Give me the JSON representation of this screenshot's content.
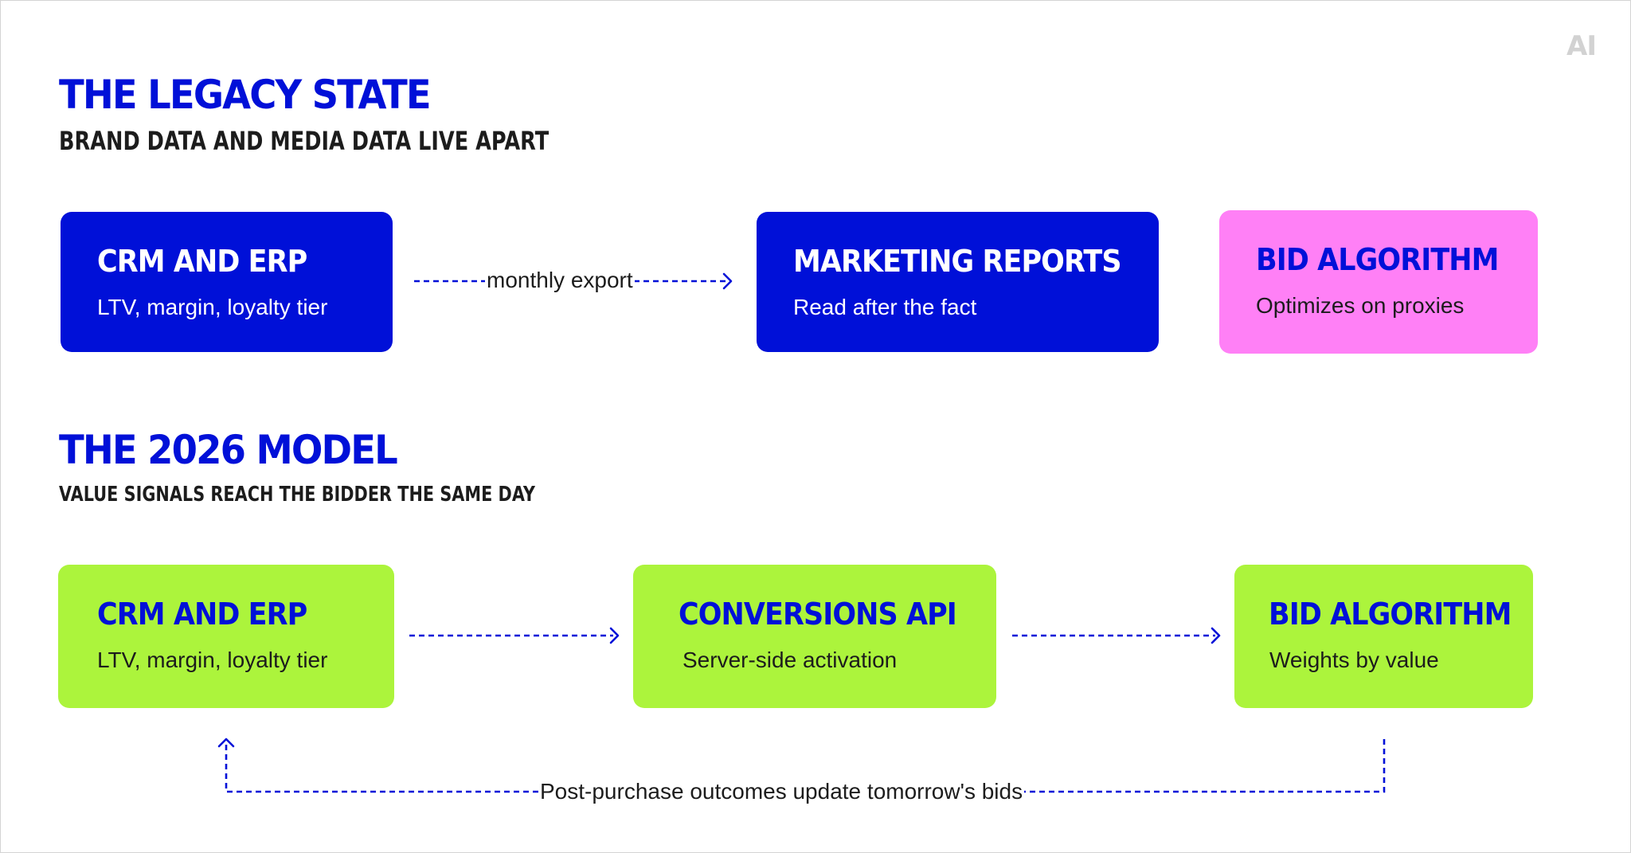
{
  "logo": {
    "text": "AI"
  },
  "legacy": {
    "title": "THE LEGACY STATE",
    "subtitle": "BRAND DATA AND MEDIA DATA LIVE APART",
    "nodes": [
      {
        "title": "CRM AND ERP",
        "desc": "LTV, margin, loyalty tier"
      },
      {
        "title": "MARKETING REPORTS",
        "desc": "Read after the fact"
      },
      {
        "title": "BID ALGORITHM",
        "desc": "Optimizes on proxies"
      }
    ],
    "edge_label": "monthly export"
  },
  "model": {
    "title": "THE 2026 MODEL",
    "subtitle": "VALUE SIGNALS REACH THE BIDDER THE SAME DAY",
    "nodes": [
      {
        "title": "CRM AND ERP",
        "desc": "LTV, margin, loyalty tier"
      },
      {
        "title": "CONVERSIONS API",
        "desc": "Server-side activation"
      },
      {
        "title": "BID ALGORITHM",
        "desc": "Weights by value"
      }
    ],
    "feedback_label": "Post-purchase outcomes update tomorrow's bids"
  },
  "colors": {
    "accent_blue": "#0010d8",
    "pink": "#ff80f6",
    "green": "#acf43c",
    "text_dark": "#1c1c1c",
    "logo_gray": "#d2d2d2"
  }
}
